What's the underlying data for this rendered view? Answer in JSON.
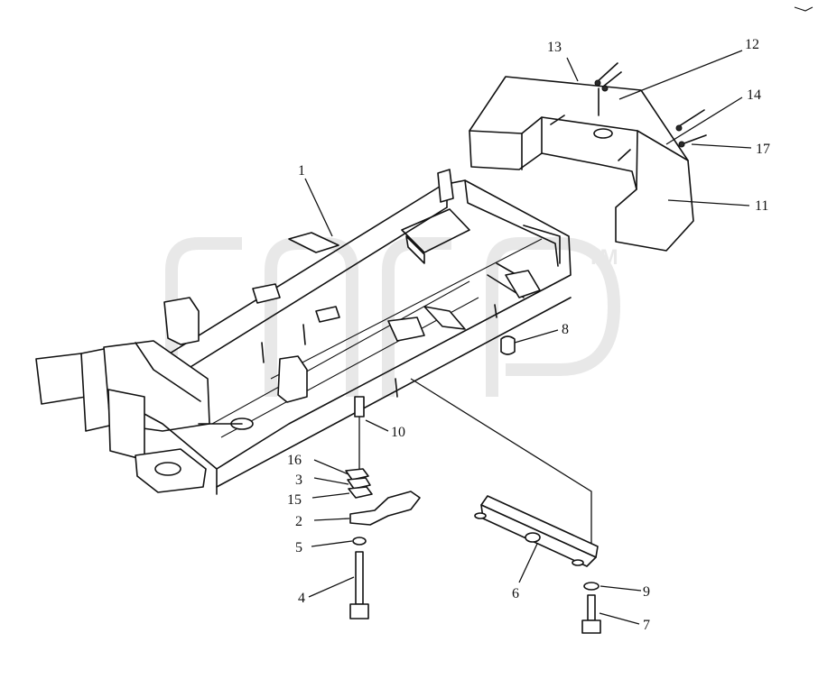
{
  "colors": {
    "ink": "#111111",
    "watermark": "#d6d6d6",
    "background": "#ffffff"
  },
  "watermark": {
    "trademark": "TM"
  },
  "callouts": [
    {
      "id": "c1",
      "text": "1"
    },
    {
      "id": "c2",
      "text": "2"
    },
    {
      "id": "c3",
      "text": "3"
    },
    {
      "id": "c4",
      "text": "4"
    },
    {
      "id": "c5",
      "text": "5"
    },
    {
      "id": "c6",
      "text": "6"
    },
    {
      "id": "c7",
      "text": "7"
    },
    {
      "id": "c8",
      "text": "8"
    },
    {
      "id": "c9",
      "text": "9"
    },
    {
      "id": "c10",
      "text": "10"
    },
    {
      "id": "c11",
      "text": "11"
    },
    {
      "id": "c12",
      "text": "12"
    },
    {
      "id": "c13",
      "text": "13"
    },
    {
      "id": "c14",
      "text": "14"
    },
    {
      "id": "c15",
      "text": "15"
    },
    {
      "id": "c16",
      "text": "16"
    },
    {
      "id": "c17",
      "text": "17"
    }
  ]
}
